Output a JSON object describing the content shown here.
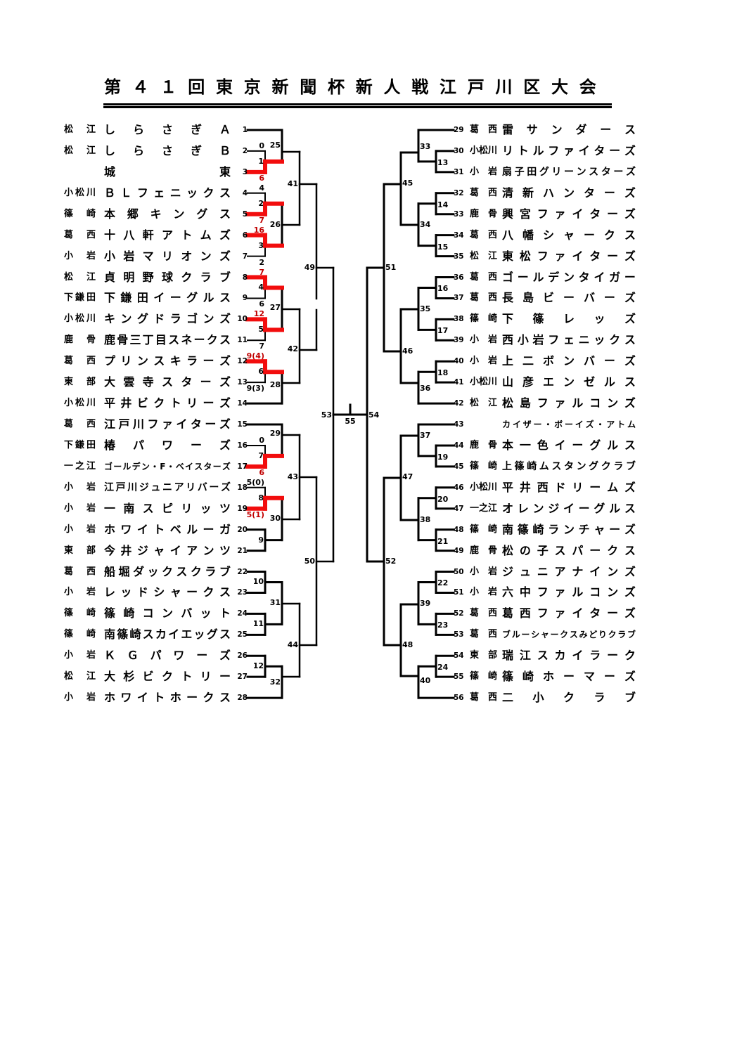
{
  "title": "第４１回東京新聞杯新人戦江戸川区大会",
  "colors": {
    "line": "#000000",
    "winner_line": "#f20d0d",
    "winner_score": "#c00000"
  },
  "left_teams": [
    {
      "no": "1",
      "region": "松江",
      "name": "しらさぎＡ"
    },
    {
      "no": "2",
      "region": "松江",
      "name": "しらさぎＢ"
    },
    {
      "no": "3",
      "region": "",
      "name": "城東"
    },
    {
      "no": "4",
      "region": "小松川",
      "name": "ＢＬフェニックス"
    },
    {
      "no": "5",
      "region": "篠崎",
      "name": "本郷キングス"
    },
    {
      "no": "6",
      "region": "葛西",
      "name": "十八軒アトムズ"
    },
    {
      "no": "7",
      "region": "小岩",
      "name": "小岩マリオンズ"
    },
    {
      "no": "8",
      "region": "松江",
      "name": "貞明野球クラブ"
    },
    {
      "no": "9",
      "region": "下鎌田",
      "name": "下鎌田イーグルス"
    },
    {
      "no": "10",
      "region": "小松川",
      "name": "キングドラゴンズ"
    },
    {
      "no": "11",
      "region": "鹿骨",
      "name": "鹿骨三丁目スネークス"
    },
    {
      "no": "12",
      "region": "葛西",
      "name": "プリンスキラーズ"
    },
    {
      "no": "13",
      "region": "東部",
      "name": "大雲寺スターズ"
    },
    {
      "no": "14",
      "region": "小松川",
      "name": "平井ビクトリーズ"
    },
    {
      "no": "15",
      "region": "葛西",
      "name": "江戸川ファイターズ"
    },
    {
      "no": "16",
      "region": "下鎌田",
      "name": "椿パワーズ"
    },
    {
      "no": "17",
      "region": "一之江",
      "name": "ゴールデン・F・ベイスターズ"
    },
    {
      "no": "18",
      "region": "小岩",
      "name": "江戸川ジュニアリバーズ"
    },
    {
      "no": "19",
      "region": "小岩",
      "name": "一南スピリッツ"
    },
    {
      "no": "20",
      "region": "小岩",
      "name": "ホワイトベルーガ"
    },
    {
      "no": "21",
      "region": "東部",
      "name": "今井ジャイアンツ"
    },
    {
      "no": "22",
      "region": "葛西",
      "name": "船堀ダックスクラブ"
    },
    {
      "no": "23",
      "region": "小岩",
      "name": "レッドシャークス"
    },
    {
      "no": "24",
      "region": "篠崎",
      "name": "篠崎コンバット"
    },
    {
      "no": "25",
      "region": "篠崎",
      "name": "南篠崎スカイエッグス"
    },
    {
      "no": "26",
      "region": "小岩",
      "name": "ＫＧパワーズ"
    },
    {
      "no": "27",
      "region": "松江",
      "name": "大杉ビクトリー"
    },
    {
      "no": "28",
      "region": "小岩",
      "name": "ホワイトホークス"
    }
  ],
  "right_teams": [
    {
      "no": "29",
      "region": "葛西",
      "name": "雷サンダース"
    },
    {
      "no": "30",
      "region": "小松川",
      "name": "リトルファイターズ"
    },
    {
      "no": "31",
      "region": "小岩",
      "name": "扇子田グリーンスターズ"
    },
    {
      "no": "32",
      "region": "葛西",
      "name": "清新ハンターズ"
    },
    {
      "no": "33",
      "region": "鹿骨",
      "name": "興宮ファイターズ"
    },
    {
      "no": "34",
      "region": "葛西",
      "name": "八幡シャークス"
    },
    {
      "no": "35",
      "region": "松江",
      "name": "東松ファイターズ"
    },
    {
      "no": "36",
      "region": "葛西",
      "name": "ゴールデンタイガー"
    },
    {
      "no": "37",
      "region": "葛西",
      "name": "長島ビーバーズ"
    },
    {
      "no": "38",
      "region": "篠崎",
      "name": "下篠レッズ"
    },
    {
      "no": "39",
      "region": "小岩",
      "name": "西小岩フェニックス"
    },
    {
      "no": "40",
      "region": "小岩",
      "name": "上二ボンバーズ"
    },
    {
      "no": "41",
      "region": "小松川",
      "name": "山彦エンゼルス"
    },
    {
      "no": "42",
      "region": "松江",
      "name": "松島ファルコンズ"
    },
    {
      "no": "43",
      "region": "",
      "name": "カイザー・ボーイズ・アトム"
    },
    {
      "no": "44",
      "region": "鹿骨",
      "name": "本一色イーグルス"
    },
    {
      "no": "45",
      "region": "篠崎",
      "name": "上篠崎ムスタングクラブ"
    },
    {
      "no": "46",
      "region": "小松川",
      "name": "平井西ドリームズ"
    },
    {
      "no": "47",
      "region": "一之江",
      "name": "オレンジイーグルス"
    },
    {
      "no": "48",
      "region": "篠崎",
      "name": "南篠崎ランチャーズ"
    },
    {
      "no": "49",
      "region": "鹿骨",
      "name": "松の子スパークス"
    },
    {
      "no": "50",
      "region": "小岩",
      "name": "ジュニアナインズ"
    },
    {
      "no": "51",
      "region": "小岩",
      "name": "六中ファルコンズ"
    },
    {
      "no": "52",
      "region": "葛西",
      "name": "葛西ファイターズ"
    },
    {
      "no": "53",
      "region": "葛西",
      "name": "ブルーシャークスみどりクラブ"
    },
    {
      "no": "54",
      "region": "東部",
      "name": "瑞江スカイラーク"
    },
    {
      "no": "55",
      "region": "篠崎",
      "name": "篠崎ホーマーズ"
    },
    {
      "no": "56",
      "region": "葛西",
      "name": "二小クラブ"
    }
  ],
  "game_labels": [
    "1",
    "2",
    "3",
    "4",
    "5",
    "6",
    "7",
    "8",
    "9",
    "10",
    "11",
    "12",
    "13",
    "14",
    "15",
    "16",
    "17",
    "18",
    "19",
    "20",
    "21",
    "22",
    "23",
    "24",
    "25",
    "26",
    "27",
    "28",
    "29",
    "30",
    "31",
    "32",
    "33",
    "34",
    "35",
    "36",
    "37",
    "38",
    "39",
    "40",
    "41",
    "42",
    "43",
    "44",
    "45",
    "46",
    "47",
    "48",
    "49",
    "50",
    "51",
    "52",
    "53",
    "54",
    "55"
  ],
  "scores": [
    {
      "team": "2",
      "value": "0",
      "win": false
    },
    {
      "team": "3",
      "value": "6",
      "win": true
    },
    {
      "team": "4",
      "value": "4",
      "win": false
    },
    {
      "team": "5",
      "value": "7",
      "win": true
    },
    {
      "team": "6",
      "value": "16",
      "win": true
    },
    {
      "team": "7",
      "value": "2",
      "win": false
    },
    {
      "team": "8",
      "value": "7",
      "win": true
    },
    {
      "team": "9",
      "value": "6",
      "win": false
    },
    {
      "team": "10",
      "value": "12",
      "win": true
    },
    {
      "team": "11",
      "value": "7",
      "win": false
    },
    {
      "team": "12",
      "value": "9(4)",
      "win": true
    },
    {
      "team": "13",
      "value": "9(3)",
      "win": false
    },
    {
      "team": "16",
      "value": "0",
      "win": false
    },
    {
      "team": "17",
      "value": "6",
      "win": true
    },
    {
      "team": "18",
      "value": "5(0)",
      "win": false
    },
    {
      "team": "19",
      "value": "5(1)",
      "win": true
    }
  ]
}
